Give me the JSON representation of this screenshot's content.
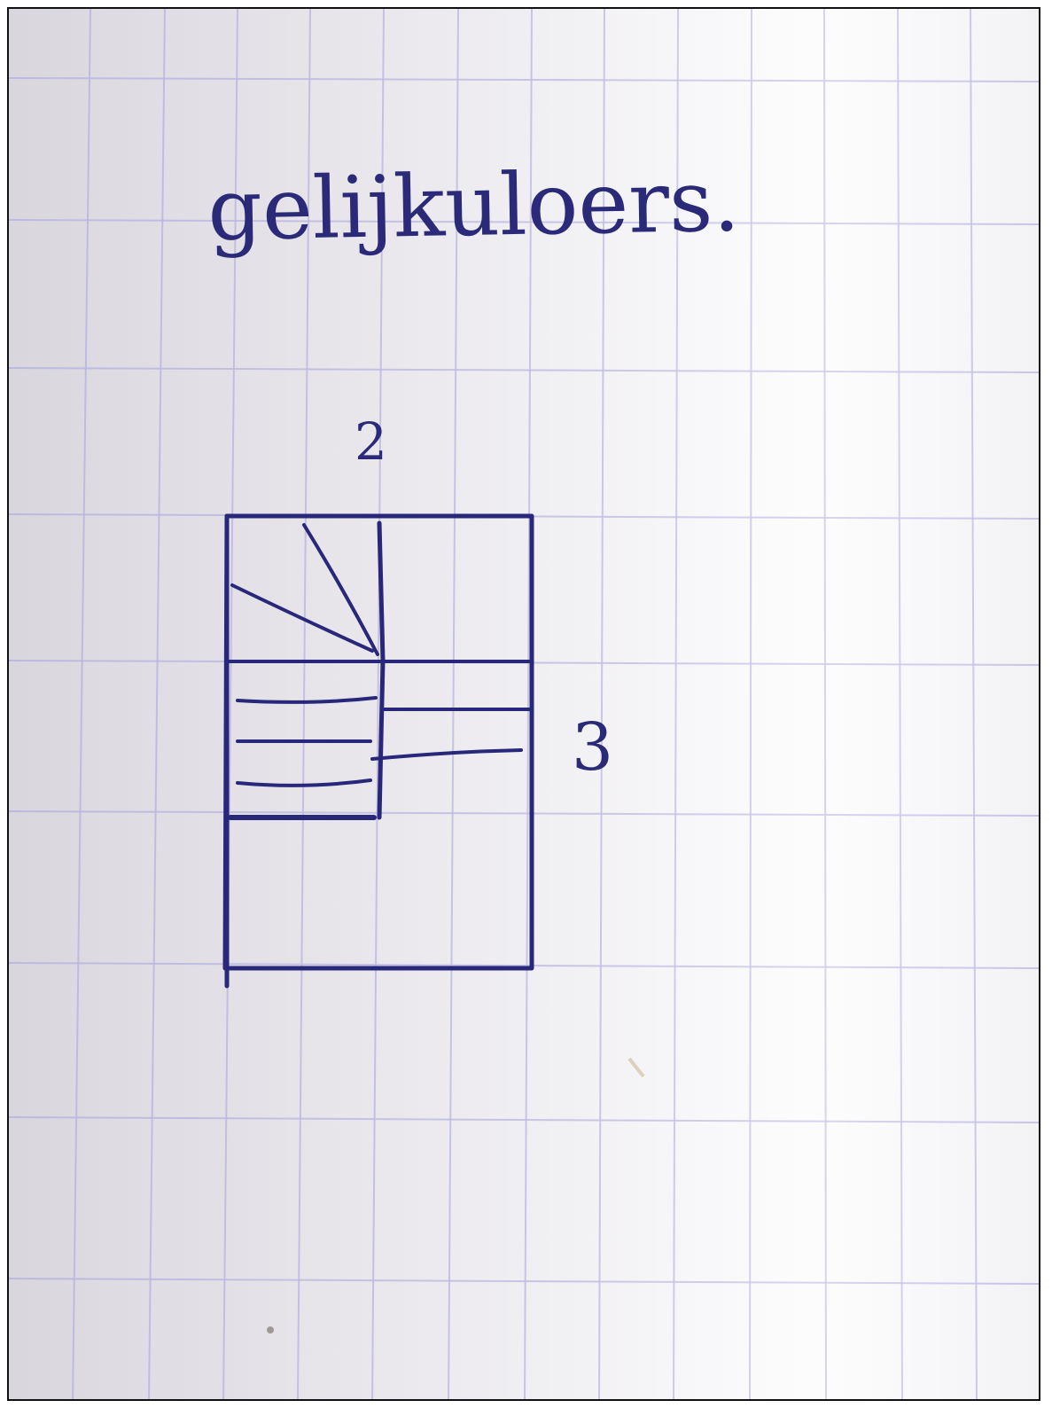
{
  "photo": {
    "subject": "handwritten staircase sketch on graph paper",
    "title_text": "gelijkuloers.",
    "label_top": "2",
    "label_right": "3"
  },
  "colors": {
    "ink": "#28277a",
    "grid": "#b8b5e0",
    "paper": "#f2f1f4"
  }
}
